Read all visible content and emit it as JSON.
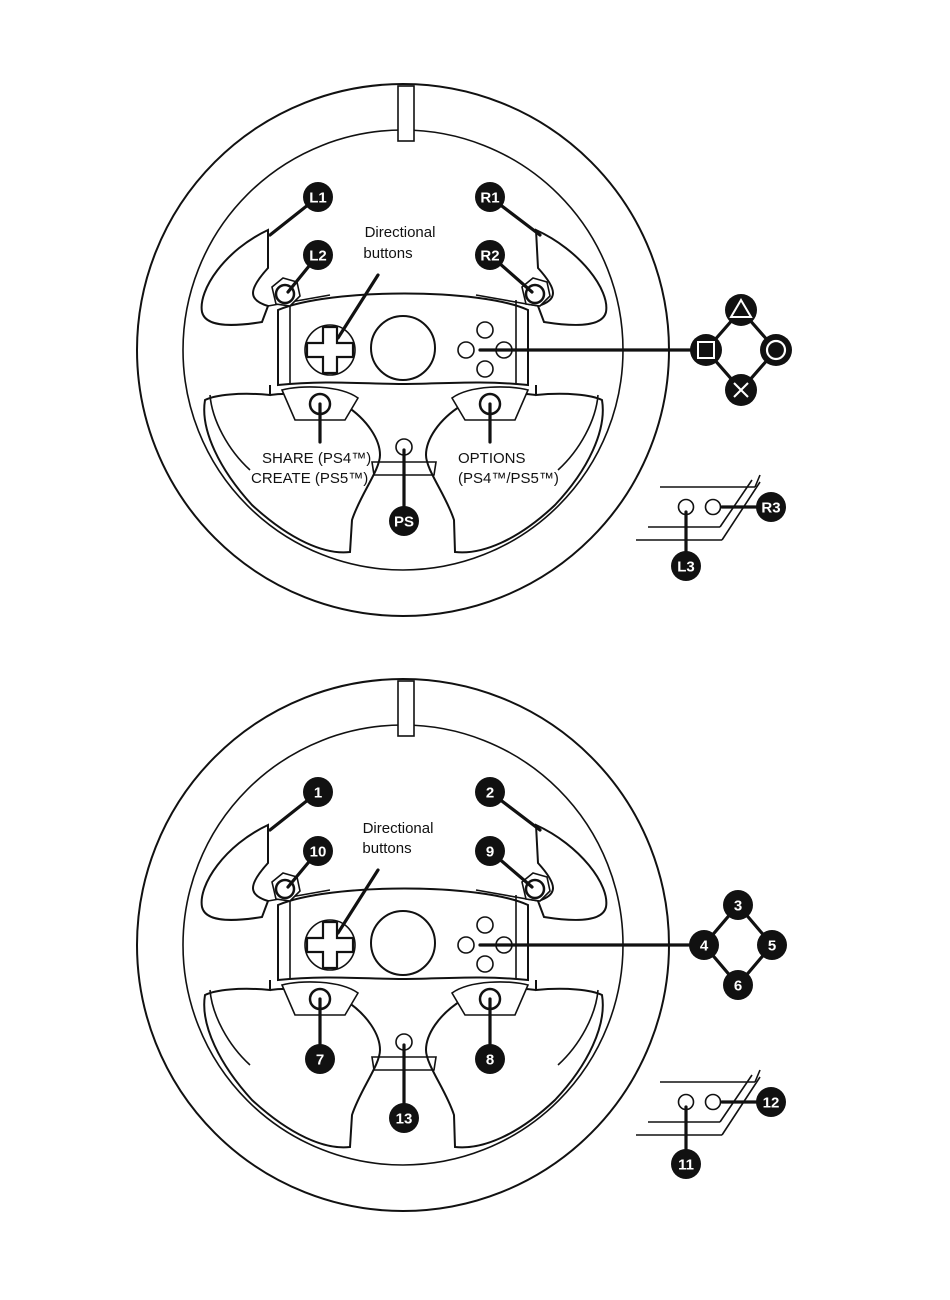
{
  "top": {
    "dpad_label": [
      "Directional",
      "buttons"
    ],
    "share_label": [
      "SHARE (PS4™)",
      "CREATE (PS5™)"
    ],
    "options_label": [
      "OPTIONS",
      "(PS4™/PS5™)"
    ],
    "badges": {
      "l1": "L1",
      "r1": "R1",
      "l2": "L2",
      "r2": "R2",
      "ps": "PS",
      "r3": "R3",
      "l3": "L3"
    },
    "face_symbols": [
      "triangle-icon",
      "circle-icon",
      "cross-icon",
      "square-icon"
    ]
  },
  "bottom": {
    "dpad_label": [
      "Directional",
      "buttons"
    ],
    "badges": {
      "b1": "1",
      "b2": "2",
      "b10": "10",
      "b9": "9",
      "b7": "7",
      "b8": "8",
      "b13": "13",
      "b3": "3",
      "b4": "4",
      "b5": "5",
      "b6": "6",
      "b12": "12",
      "b11": "11"
    }
  }
}
